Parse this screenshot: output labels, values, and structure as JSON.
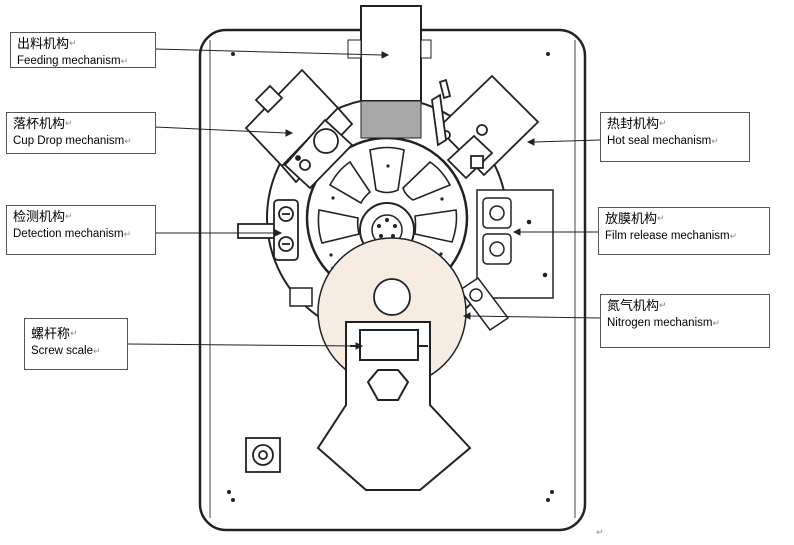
{
  "labels": {
    "feeding": {
      "zh": "出料机构",
      "en": "Feeding mechanism"
    },
    "cup_drop": {
      "zh": "落杯机构",
      "en": "Cup Drop mechanism"
    },
    "detection": {
      "zh": "检测机构",
      "en": "Detection mechanism"
    },
    "screw": {
      "zh": "螺杆称",
      "en": "Screw scale"
    },
    "hot_seal": {
      "zh": "热封机构",
      "en": "Hot seal mechanism"
    },
    "film": {
      "zh": "放膜机构",
      "en": "Film release mechanism"
    },
    "nitrogen": {
      "zh": "氮气机构",
      "en": "Nitrogen mechanism"
    }
  },
  "para_mark": "↵"
}
